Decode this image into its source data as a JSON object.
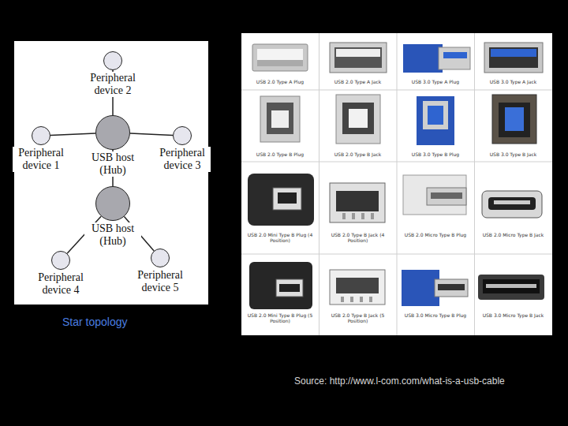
{
  "diagram": {
    "caption": "Star topology",
    "nodes": [
      {
        "text": [
          "Peripheral device 2"
        ]
      },
      {
        "text": [
          "USB host (Hub)"
        ]
      },
      {
        "text": [
          "Peripheral device 1"
        ]
      },
      {
        "text": [
          "Peripheral device 3"
        ]
      },
      {
        "text": [
          "USB host (Hub)"
        ]
      },
      {
        "text": [
          "Peripheral device 4"
        ]
      },
      {
        "text": [
          "Peripheral device 5"
        ]
      }
    ],
    "edges": [
      {
        "from": 1,
        "to": 0,
        "arrow": "none"
      },
      {
        "from": 1,
        "to": 2,
        "arrow": "none"
      },
      {
        "from": 1,
        "to": 3,
        "arrow": "none"
      },
      {
        "from": 1,
        "to": 4,
        "arrow": "none"
      },
      {
        "from": 4,
        "to": 5,
        "arrow": "none"
      },
      {
        "from": 4,
        "to": 6,
        "arrow": "none"
      }
    ],
    "labels": [
      "USB 2.0 Type A Plug",
      "USB 2.0 Type A Jack",
      "USB 3.0 Type A Plug",
      "USB 3.0 Type A Jack",
      "USB 2.0 Type B Plug",
      "USB 2.0 Type B Jack",
      "USB 3.0 Type B Plug",
      "USB 3.0 Type B Jack",
      "USB 2.0 Mini Type B Plug (4 Position)",
      "USB 2.0 Type B Jack (4 Position)",
      "USB 2.0 Micro Type B Plug",
      "USB 2.0 Micro Type B Jack",
      "USB 2.0 Mini Type B Plug (5 Position)",
      "USB 2.0 Type B Jack (5 Position)",
      "USB 3.0 Micro Type B Plug",
      "USB 3.0 Micro Type B Jack",
      "Source: http://www.l-com.com/what-is-a-usb-cable"
    ]
  }
}
